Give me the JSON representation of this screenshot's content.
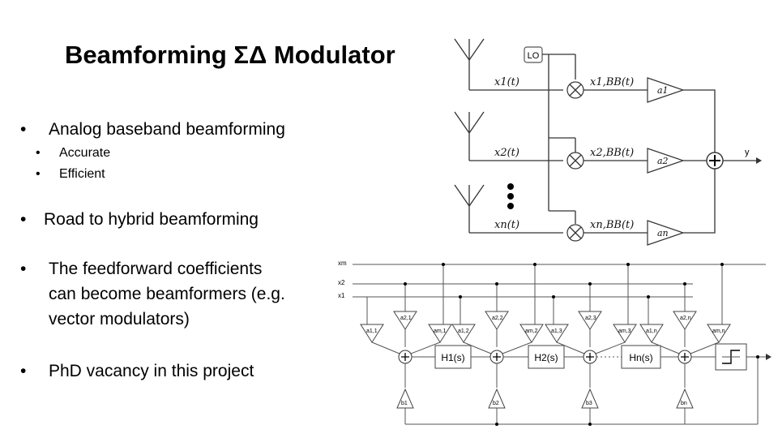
{
  "slide": {
    "title": "Beamforming ΣΔ Modulator",
    "bullets": [
      {
        "text": "Analog baseband beamforming",
        "level": 1
      },
      {
        "text": "Accurate",
        "level": 2
      },
      {
        "text": "Efficient",
        "level": 2
      },
      {
        "text": "Road to hybrid beamforming",
        "level": 1
      },
      {
        "text": "The feedforward coefficients",
        "level": 1
      },
      {
        "text": "can become beamformers (e.g.",
        "level": 1
      },
      {
        "text": "vector modulators)",
        "level": 1
      },
      {
        "text": "PhD vacancy in this project",
        "level": 1
      }
    ],
    "bullet_symbol": "•"
  },
  "beamformer_diagram": {
    "lo_label": "LO",
    "inputs": [
      "x1(t)",
      "x2(t)",
      "xn(t)"
    ],
    "baseband": [
      "x1,BB(t)",
      "x2,BB(t)",
      "xn,BB(t)"
    ],
    "gains": [
      "a1",
      "a2",
      "an"
    ],
    "output_label": "y",
    "mixer_symbol": "⊗",
    "sum_symbol": "+"
  },
  "modulator_diagram": {
    "inputs": [
      "xm",
      "x2",
      "x1"
    ],
    "stage1_coeffs": [
      "a1,1",
      "a2,1",
      "am,1"
    ],
    "stage2_coeffs": [
      "a1,2",
      "a2,2",
      "am,2"
    ],
    "stage3_coeffs": [
      "a1,3",
      "a2,3",
      "am,3"
    ],
    "stagen_coeffs": [
      "a1,n",
      "a2,n",
      "am,n"
    ],
    "filters": [
      "H1(s)",
      "H2(s)",
      "Hn(s)"
    ],
    "feedback": [
      "b1",
      "b2",
      "b3",
      "bn"
    ],
    "sum_symbol": "+"
  }
}
